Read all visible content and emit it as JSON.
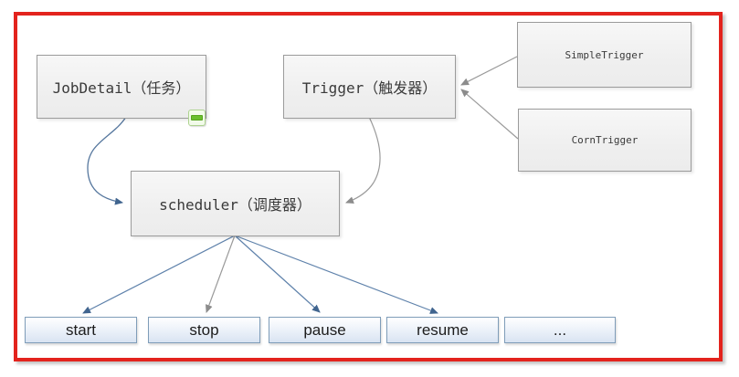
{
  "diagram": {
    "title": "quartz-scheduler-relationship-diagram",
    "nodes": {
      "job_detail": {
        "label": "JobDetail（任务）"
      },
      "trigger": {
        "label": "Trigger（触发器）"
      },
      "simple_trigger": {
        "label": "SimpleTrigger"
      },
      "corn_trigger": {
        "label": "CornTrigger"
      },
      "scheduler": {
        "label": "scheduler（调度器）"
      }
    },
    "actions": [
      {
        "label": "start"
      },
      {
        "label": "stop"
      },
      {
        "label": "pause"
      },
      {
        "label": "resume"
      },
      {
        "label": "..."
      }
    ],
    "edges": [
      {
        "from": "job_detail",
        "to": "scheduler",
        "style": "curved",
        "color": "blue"
      },
      {
        "from": "trigger",
        "to": "scheduler",
        "style": "curved",
        "color": "gray"
      },
      {
        "from": "simple_trigger",
        "to": "trigger",
        "style": "straight",
        "color": "gray"
      },
      {
        "from": "corn_trigger",
        "to": "trigger",
        "style": "straight",
        "color": "gray"
      },
      {
        "from": "scheduler",
        "to": "start",
        "style": "straight",
        "color": "blue"
      },
      {
        "from": "scheduler",
        "to": "stop",
        "style": "straight",
        "color": "gray"
      },
      {
        "from": "scheduler",
        "to": "pause",
        "style": "straight",
        "color": "blue"
      },
      {
        "from": "scheduler",
        "to": "resume",
        "style": "straight",
        "color": "blue"
      }
    ],
    "icons": {
      "collapse_badge": "minus-collapse-icon"
    },
    "colors": {
      "frame_border": "#e3231d",
      "node_border": "#9b9b9b",
      "node_fill_top": "#f7f7f7",
      "node_fill_bottom": "#ececec",
      "action_border": "#7f9db9",
      "action_fill_bottom": "#d9e4f2",
      "arrow_blue": "#41658f",
      "arrow_gray": "#8c8c8c",
      "badge_green": "#6abf2e"
    }
  }
}
